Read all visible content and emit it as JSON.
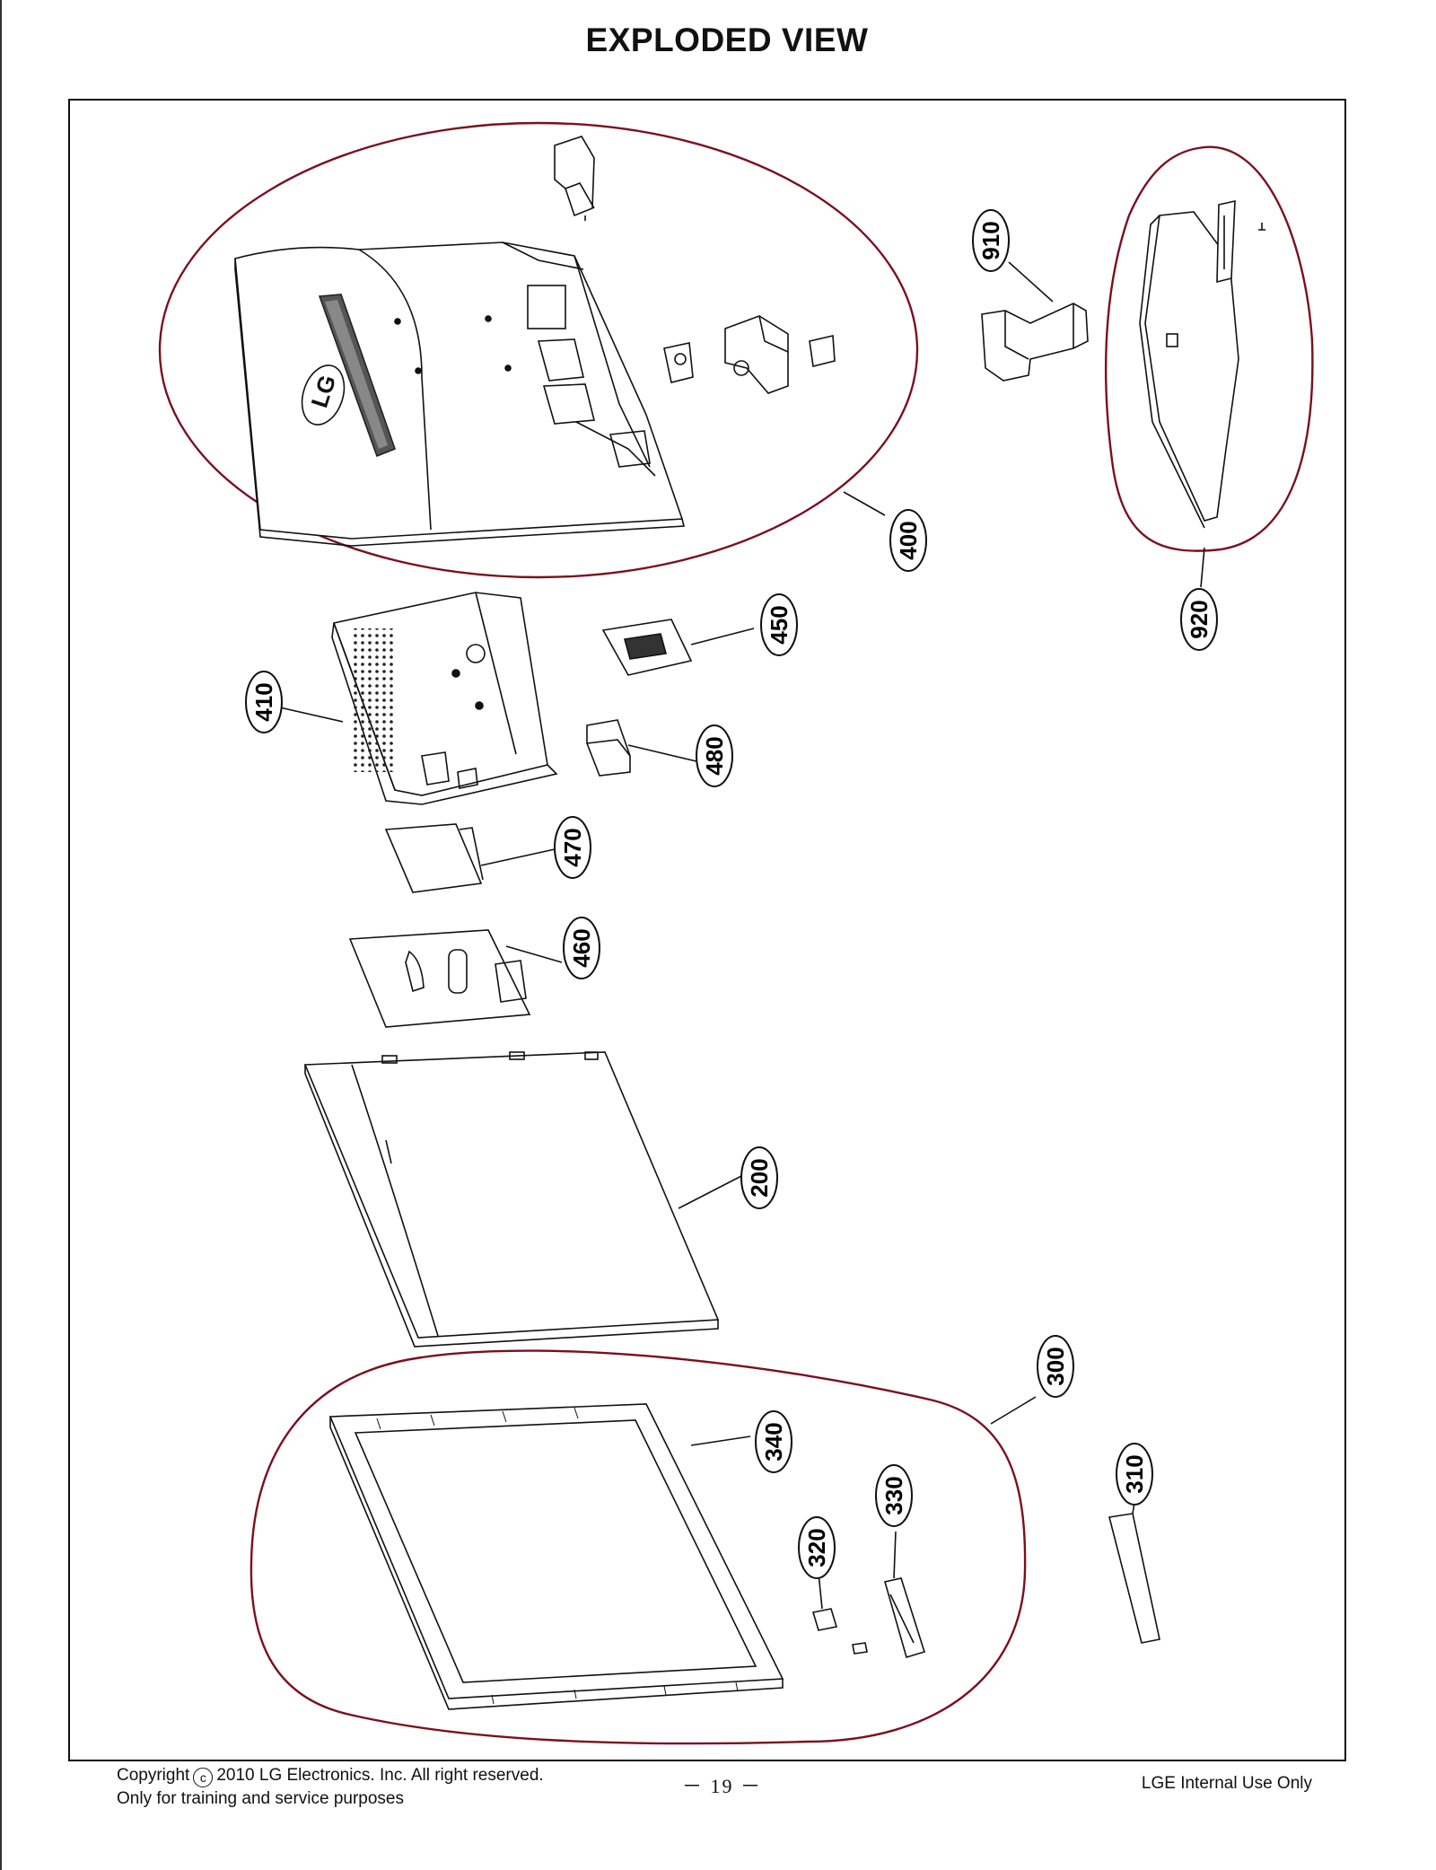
{
  "page": {
    "title": "EXPLODED VIEW",
    "page_number": "－ 19 －",
    "footer": {
      "copyright_prefix": "Copyright",
      "copyright_symbol": "c",
      "copyright_text": "2010 LG Electronics. Inc. All right reserved.",
      "training_note": "Only for training and service purposes",
      "internal_use": "LGE Internal Use Only"
    }
  },
  "diagram": {
    "brand_mark": "LG",
    "part_labels": [
      "400",
      "910",
      "920",
      "410",
      "450",
      "480",
      "470",
      "460",
      "200",
      "300",
      "340",
      "310",
      "330",
      "320"
    ],
    "group_outline_color": "#7a1020",
    "line_color": "#111111"
  }
}
